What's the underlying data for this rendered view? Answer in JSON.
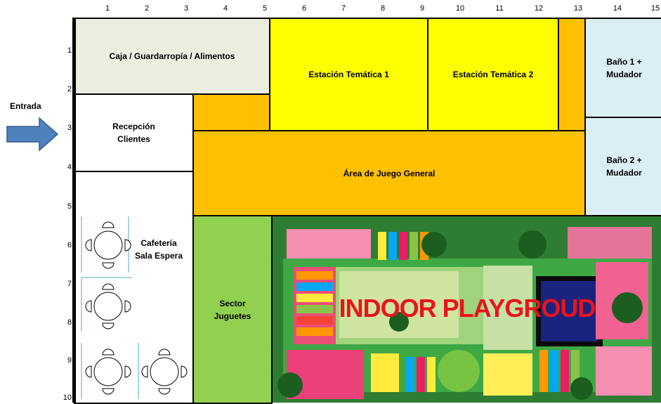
{
  "grid": {
    "columns": [
      "1",
      "2",
      "3",
      "4",
      "5",
      "6",
      "7",
      "8",
      "9",
      "10",
      "11",
      "12",
      "13",
      "14",
      "15"
    ],
    "rows": [
      "1",
      "2",
      "3",
      "4",
      "5",
      "6",
      "7",
      "8",
      "9",
      "10"
    ]
  },
  "entrance": {
    "label": "Entrada",
    "arrow_color": "#4f81bd"
  },
  "rooms": {
    "caja": {
      "label": "Caja / Guardarropía / Alimentos",
      "color": "#eceedf"
    },
    "estacion1": {
      "label": "Estación Temática 1",
      "color": "#ffff00"
    },
    "estacion2": {
      "label": "Estación Temática 2",
      "color": "#ffff00"
    },
    "bano1": {
      "line1": "Baño 1 +",
      "line2": "Mudador",
      "color": "#dbeef4"
    },
    "bano2": {
      "line1": "Baño 2 +",
      "line2": "Mudador",
      "color": "#dbeef4"
    },
    "recepcion": {
      "line1": "Recepción",
      "line2": "Clientes",
      "color": "#ffffff"
    },
    "area_juego": {
      "label": "Área de Juego General",
      "color": "#ffc000"
    },
    "cafeteria": {
      "line1": "Cafetería",
      "line2": "Sala Espera",
      "color": "#ffffff"
    },
    "juguetes": {
      "line1": "Sector",
      "line2": "Juguetes",
      "color": "#92d050"
    }
  },
  "playground": {
    "title": "INDOOR PLAYGROUD",
    "title_color": "#e8141c"
  }
}
